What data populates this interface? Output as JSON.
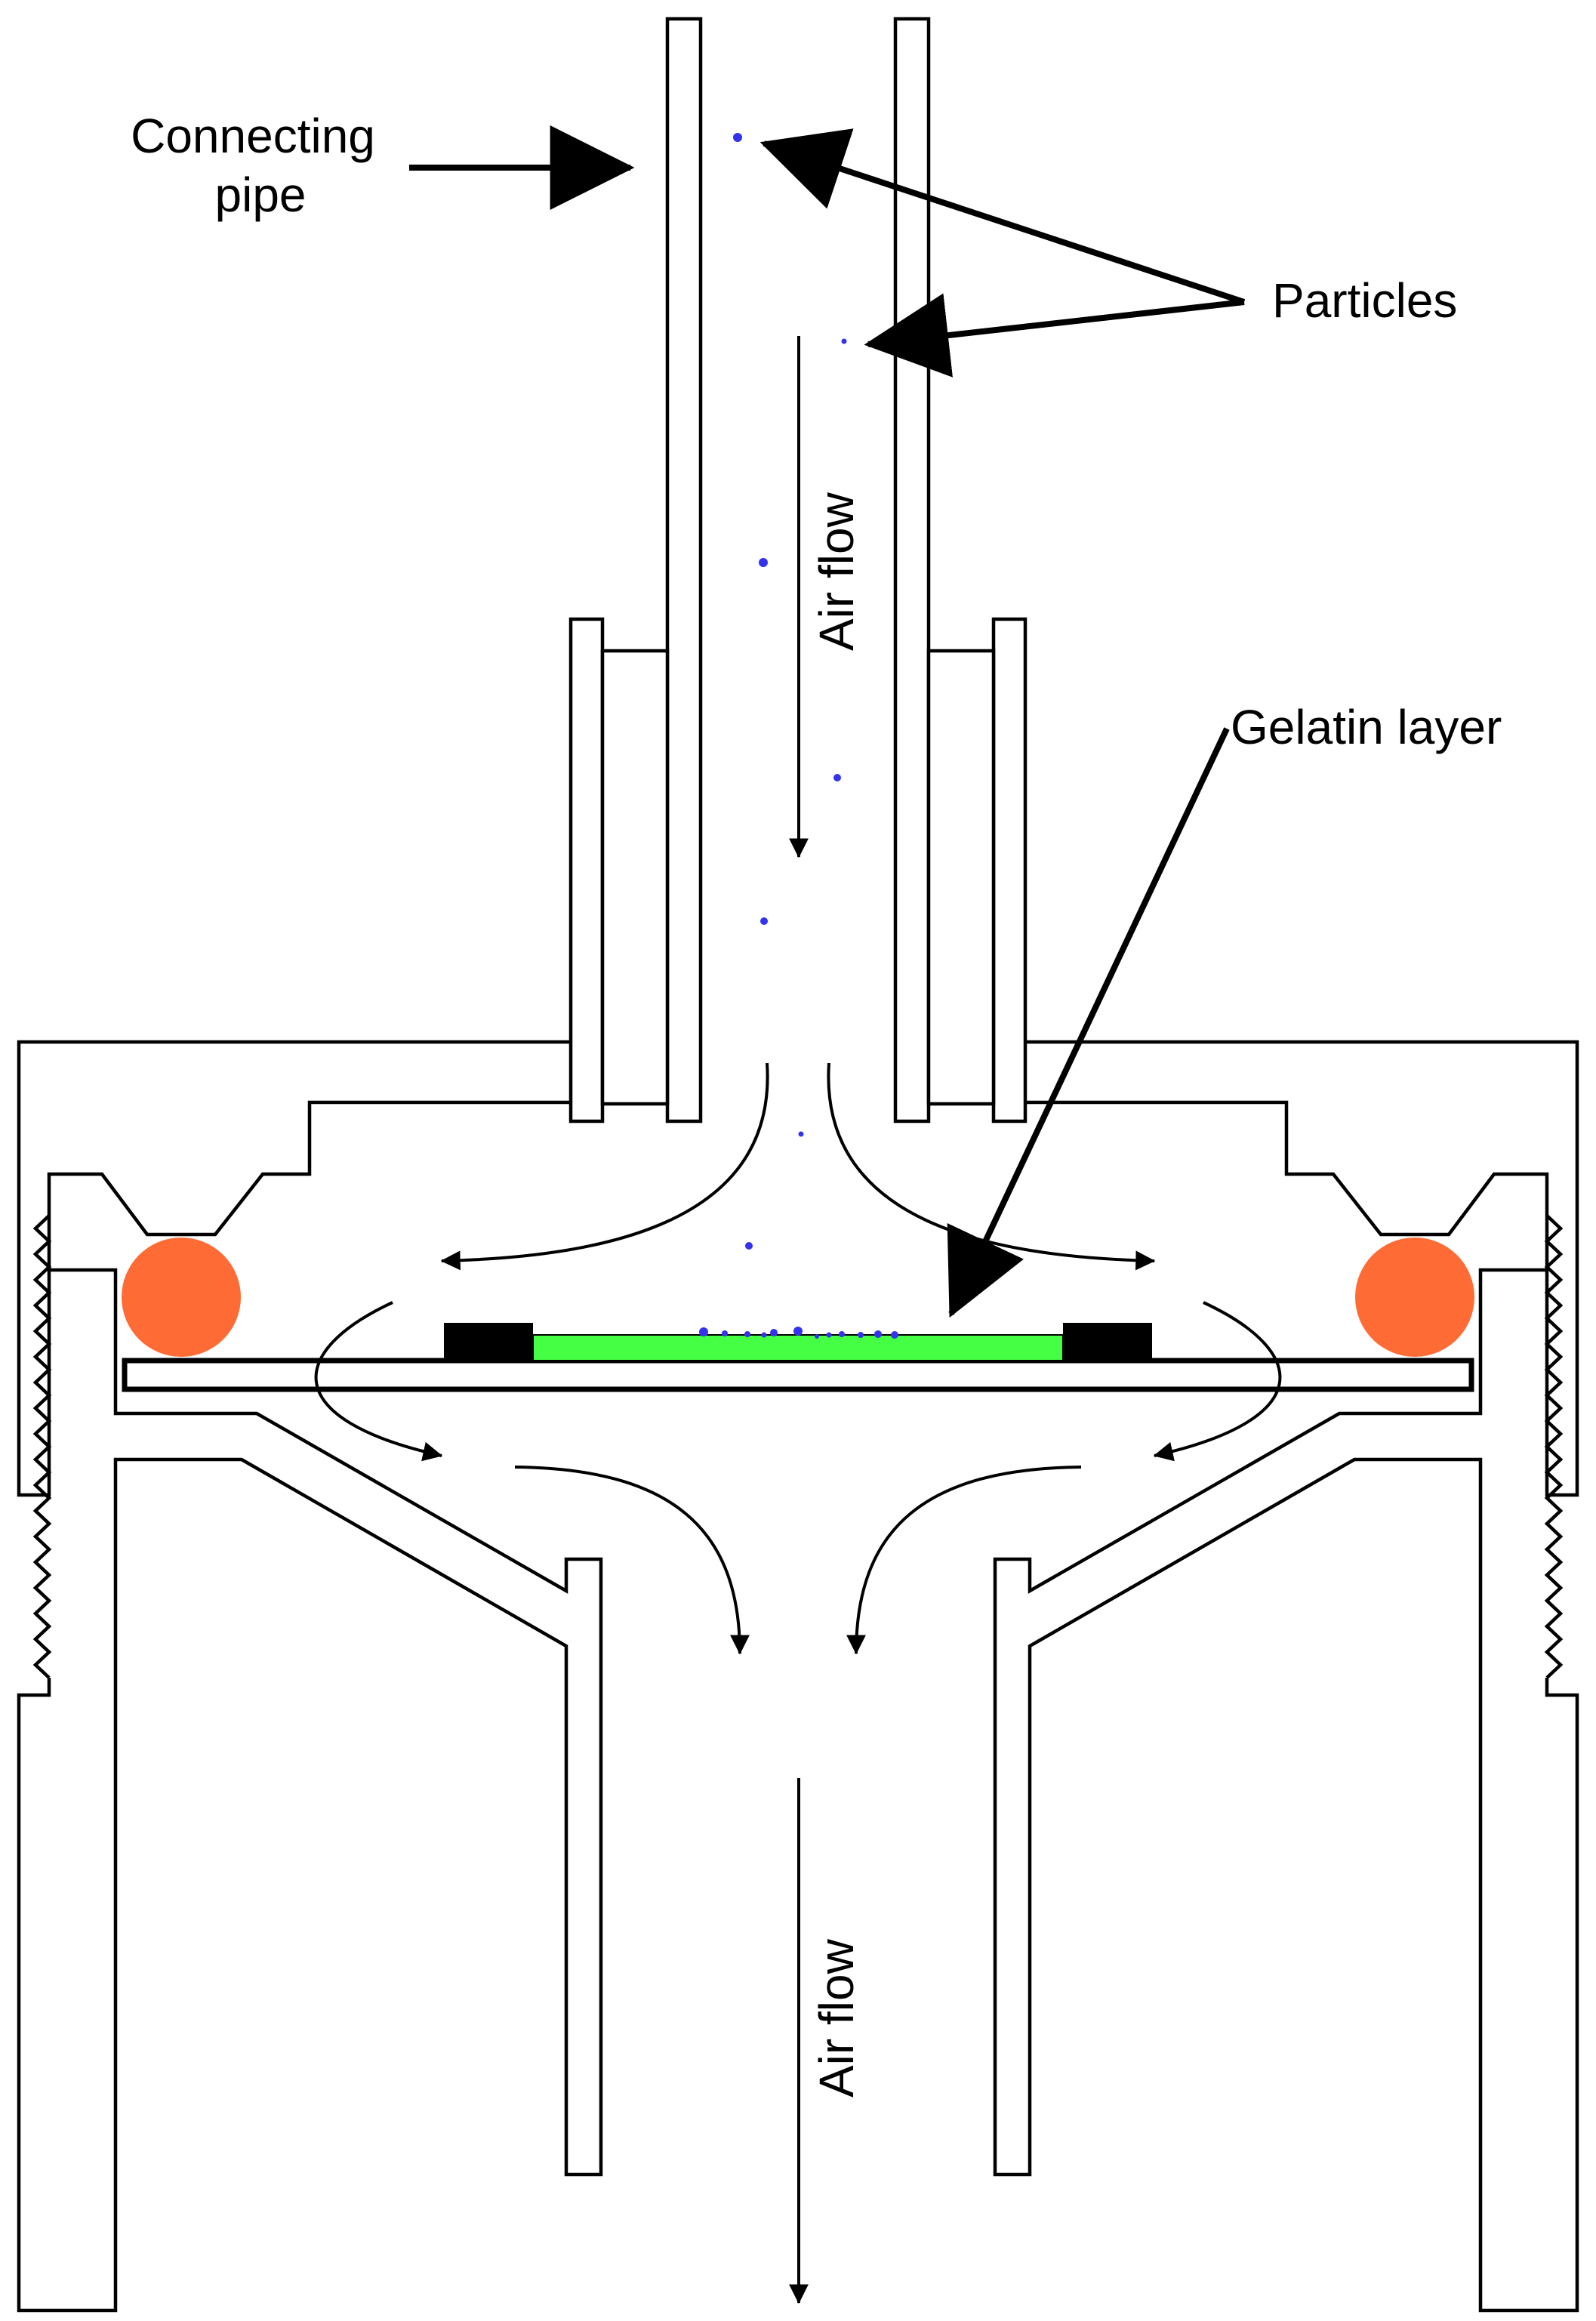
{
  "labels": {
    "connecting_pipe_line1": "Connecting",
    "connecting_pipe_line2": "pipe",
    "particles": "Particles",
    "air_flow_top": "Air flow",
    "gelatin_layer": "Gelatin layer",
    "air_flow_bottom": "Air flow"
  },
  "colors": {
    "line": "#000000",
    "background": "#ffffff",
    "particle": "#3333ee",
    "gelatin": "#44ff44",
    "o_ring": "#ff6b35",
    "support_block": "#000000"
  },
  "icons": {
    "particle": "dot",
    "o_ring": "filled-circle",
    "flow_arrow": "arrow"
  }
}
